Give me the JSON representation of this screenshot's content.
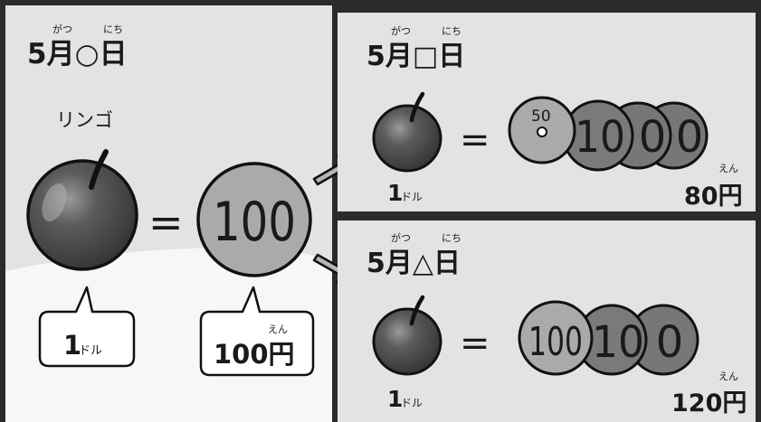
{
  "left": {
    "date": "5月○日",
    "date_furigana_month": "がつ",
    "date_furigana_day": "にち",
    "item_label": "リンゴ",
    "equals": "=",
    "coin": "100",
    "price_dollar": "1",
    "dollar_unit": "ドル",
    "price_yen": "100円",
    "yen_furigana": "えん"
  },
  "top_right": {
    "date": "5月□日",
    "date_furigana_month": "がつ",
    "date_furigana_day": "にち",
    "equals": "=",
    "coin_small": "50",
    "coin_big_1": "10",
    "coin_big_2": "0",
    "coin_big_3": "0",
    "price_dollar": "1",
    "dollar_unit": "ドル",
    "price_yen": "80円",
    "yen_furigana": "えん"
  },
  "bottom_right": {
    "date": "5月△日",
    "date_furigana_month": "がつ",
    "date_furigana_day": "にち",
    "equals": "=",
    "coin_1": "100",
    "coin_2": "10",
    "coin_3": "0",
    "price_dollar": "1",
    "dollar_unit": "ドル",
    "price_yen": "120円",
    "yen_furigana": "えん"
  }
}
